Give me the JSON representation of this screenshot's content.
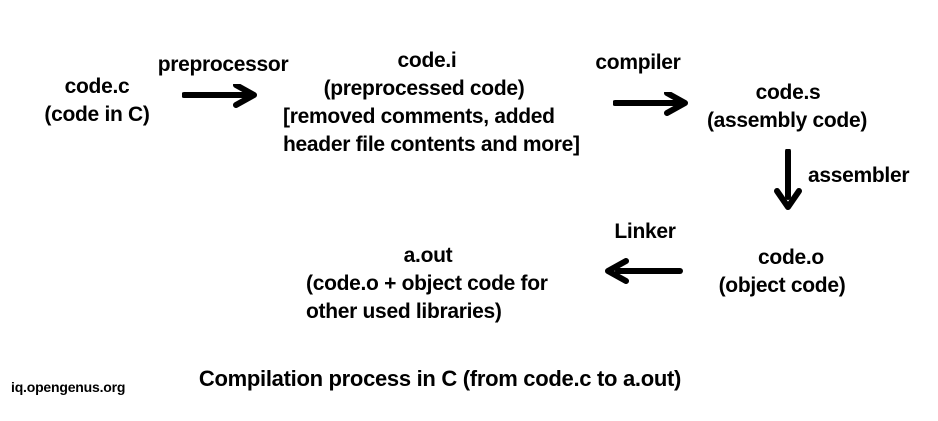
{
  "diagram": {
    "caption": "Compilation process in C (from code.c to a.out)",
    "watermark": "iq.opengenus.org",
    "colors": {
      "background": "#ffffff",
      "ink": "#000000"
    },
    "nodes": {
      "code_c": {
        "title": "code.c",
        "subtitle": "(code in C)"
      },
      "code_i": {
        "title": "code.i",
        "subtitle": "(preprocessed code)",
        "note1": "[removed comments, added",
        "note2": "header file contents and more]"
      },
      "code_s": {
        "title": "code.s",
        "subtitle": "(assembly code)"
      },
      "code_o": {
        "title": "code.o",
        "subtitle": "(object code)"
      },
      "a_out": {
        "title": "a.out",
        "note1": "(code.o + object code for",
        "note2": "other used libraries)"
      }
    },
    "arrows": {
      "preprocessor": {
        "label": "preprocessor",
        "direction": "right"
      },
      "compiler": {
        "label": "compiler",
        "direction": "right"
      },
      "assembler": {
        "label": "assembler",
        "direction": "down"
      },
      "linker": {
        "label": "Linker",
        "direction": "left"
      }
    }
  }
}
